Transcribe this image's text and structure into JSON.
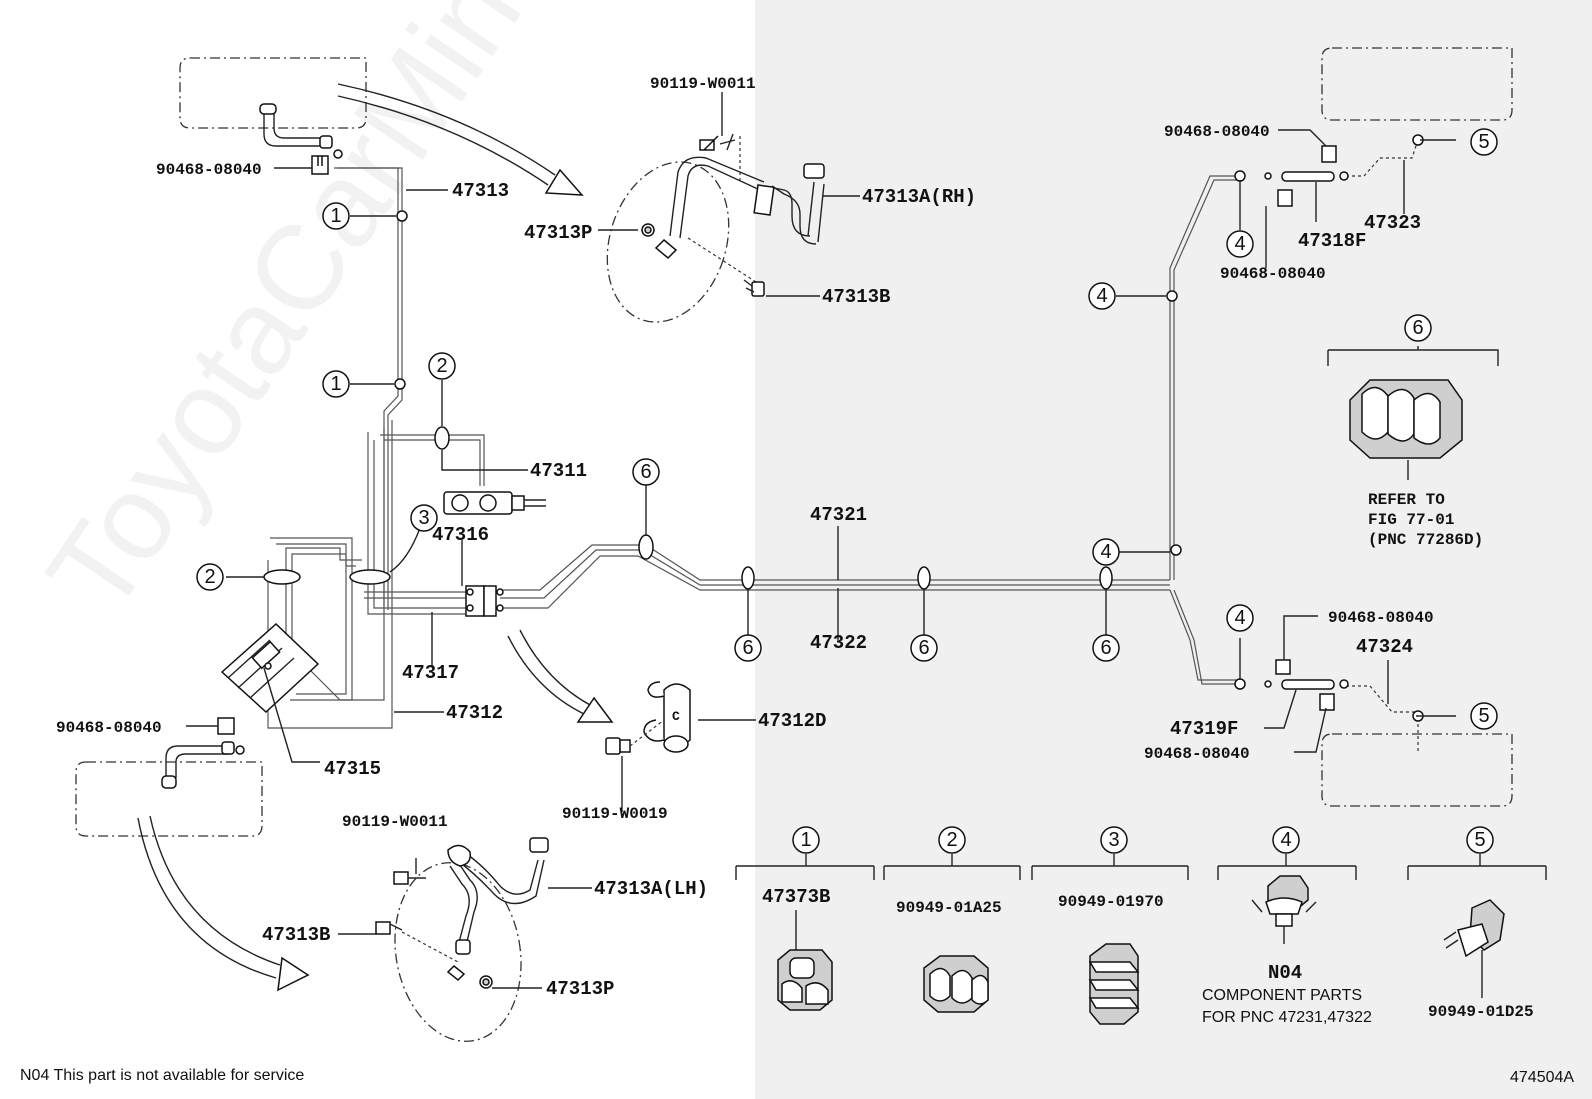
{
  "watermark": "ToyotaCarMine.ru",
  "labels": {
    "p47313": "47313",
    "p90468_tl": "90468-08040",
    "p90119_w0011_top": "90119-W0011",
    "p47313A_rh": "47313A(RH)",
    "p47313P_top": "47313P",
    "p47313B_top": "47313B",
    "p47311": "47311",
    "p47316": "47316",
    "p47317": "47317",
    "p47312": "47312",
    "p47315": "47315",
    "p90468_left": "90468-08040",
    "p47312D": "47312D",
    "p90119_w0019": "90119-W0019",
    "p90119_w0011_bot": "90119-W0011",
    "p47313A_lh": "47313A(LH)",
    "p47313B_bot": "47313B",
    "p47313P_bot": "47313P",
    "p47321": "47321",
    "p47322": "47322",
    "p90468_tr1": "90468-08040",
    "p90468_tr2": "90468-08040",
    "p47318F": "47318F",
    "p47323": "47323",
    "p90468_mr1": "90468-08040",
    "p47324": "47324",
    "p47319F": "47319F",
    "p90468_mr2": "90468-08040",
    "refer1": "REFER TO",
    "refer2": "FIG 77-01",
    "refer3": "(PNC 77286D)",
    "legend_47373B": "47373B",
    "legend_90949_01A25": "90949-01A25",
    "legend_90949_01970": "90949-01970",
    "legend_N04": "N04",
    "legend_component1": "COMPONENT PARTS",
    "legend_component2": "FOR PNC 47231,47322",
    "legend_90949_01D25": "90949-01D25"
  },
  "callout_numbers": [
    "1",
    "2",
    "3",
    "4",
    "5",
    "6"
  ],
  "footer": {
    "note": "N04 This part is not available for service",
    "figure_id": "474504A"
  }
}
